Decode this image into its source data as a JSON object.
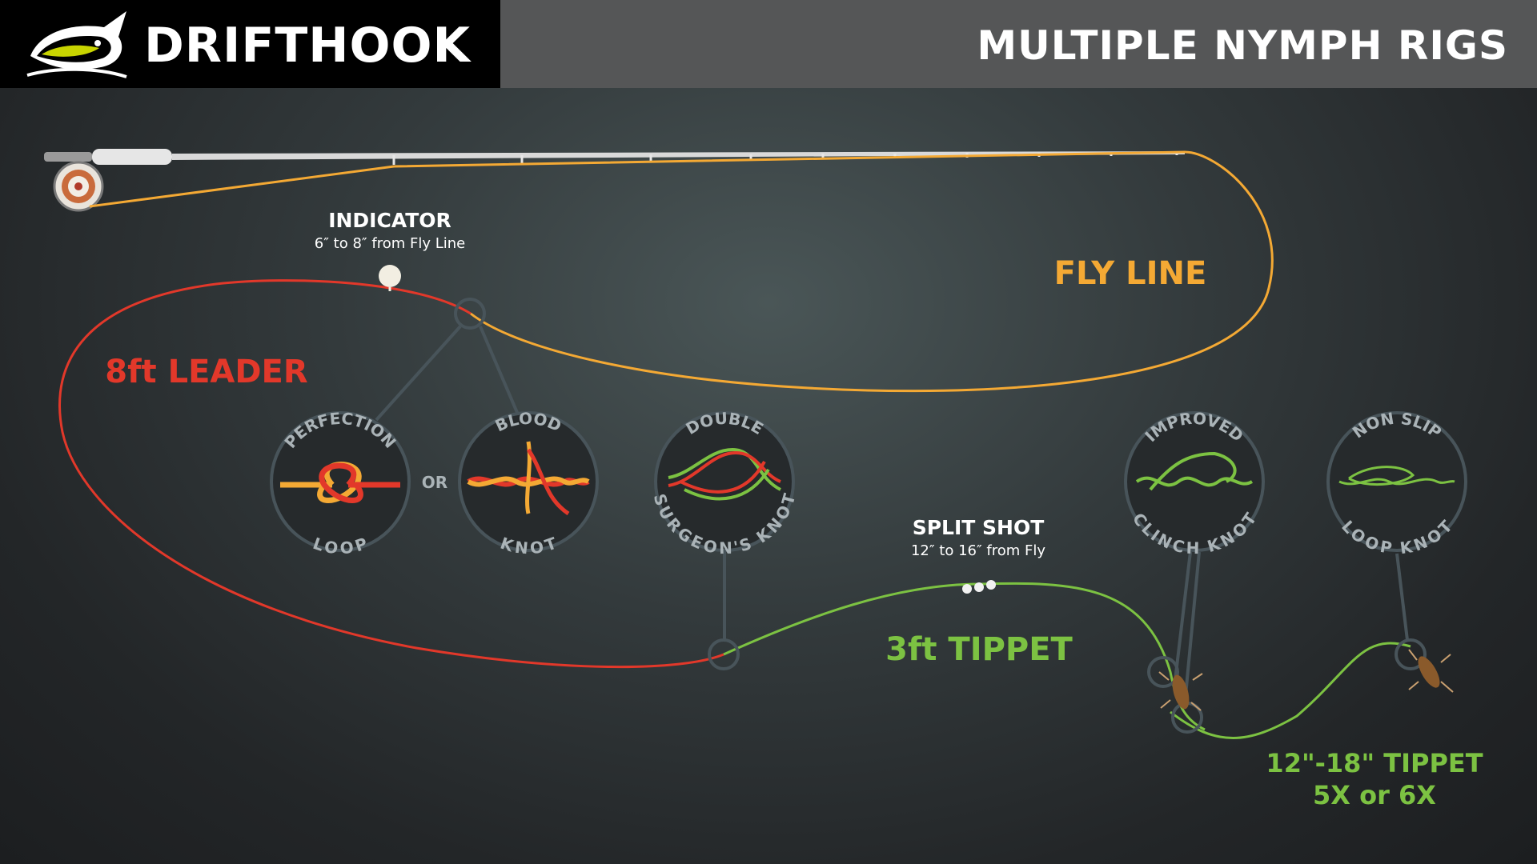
{
  "header": {
    "brand_name": "DRIFTHOOK",
    "title": "MULTIPLE NYMPH RIGS"
  },
  "colors": {
    "fly_line": "#f4a934",
    "leader": "#e2382a",
    "tippet": "#7cc242",
    "knot_circle": "#48545a",
    "rod": "#d9d9d9"
  },
  "labels": {
    "indicator_title": "INDICATOR",
    "indicator_note": "6″ to 8″ from Fly Line",
    "fly_line": "FLY LINE",
    "leader": "8ft LEADER",
    "or": "OR",
    "split_shot_title": "SPLIT SHOT",
    "split_shot_note": "12″ to 16″ from Fly",
    "tippet": "3ft TIPPET",
    "dropper_line1": "12\"-18\" TIPPET",
    "dropper_line2": "5X or 6X"
  },
  "knots": [
    {
      "id": "perfection-loop",
      "top": "PERFECTION",
      "bottom": "LOOP"
    },
    {
      "id": "blood-knot",
      "top": "BLOOD",
      "bottom": "KNOT"
    },
    {
      "id": "double-surgeons-knot",
      "top": "DOUBLE",
      "bottom": "SURGEON'S KNOT"
    },
    {
      "id": "improved-clinch-knot",
      "top": "IMPROVED",
      "bottom": "CLINCH KNOT"
    },
    {
      "id": "non-slip-loop-knot",
      "top": "NON SLIP",
      "bottom": "LOOP KNOT"
    }
  ],
  "icons": [
    "drifthook-logo-icon",
    "fly-reel-icon",
    "fly-rod-icon",
    "strike-indicator-icon",
    "split-shot-icon",
    "nymph-fly-icon"
  ]
}
